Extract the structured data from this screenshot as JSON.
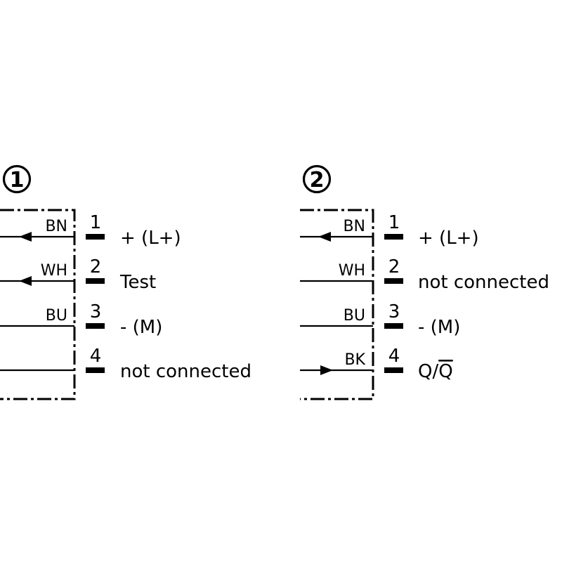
{
  "colors": {
    "ink": "#000000",
    "background": "#ffffff"
  },
  "diagrams": [
    {
      "marker": "1",
      "pins": [
        {
          "wire": "BN",
          "pin": "1",
          "signal": "+ (L+)",
          "arrow": "in"
        },
        {
          "wire": "WH",
          "pin": "2",
          "signal": "Test",
          "arrow": "in"
        },
        {
          "wire": "BU",
          "pin": "3",
          "signal": "- (M)",
          "arrow": "none"
        },
        {
          "wire": "",
          "pin": "4",
          "signal": "not connected",
          "arrow": "none"
        }
      ]
    },
    {
      "marker": "2",
      "pins": [
        {
          "wire": "BN",
          "pin": "1",
          "signal": "+ (L+)",
          "arrow": "in"
        },
        {
          "wire": "WH",
          "pin": "2",
          "signal": "not connected",
          "arrow": "none"
        },
        {
          "wire": "BU",
          "pin": "3",
          "signal": "- (M)",
          "arrow": "none"
        },
        {
          "wire": "BK",
          "pin": "4",
          "signal": "Q/",
          "signal_overbar": "Q",
          "arrow": "out"
        }
      ]
    }
  ]
}
